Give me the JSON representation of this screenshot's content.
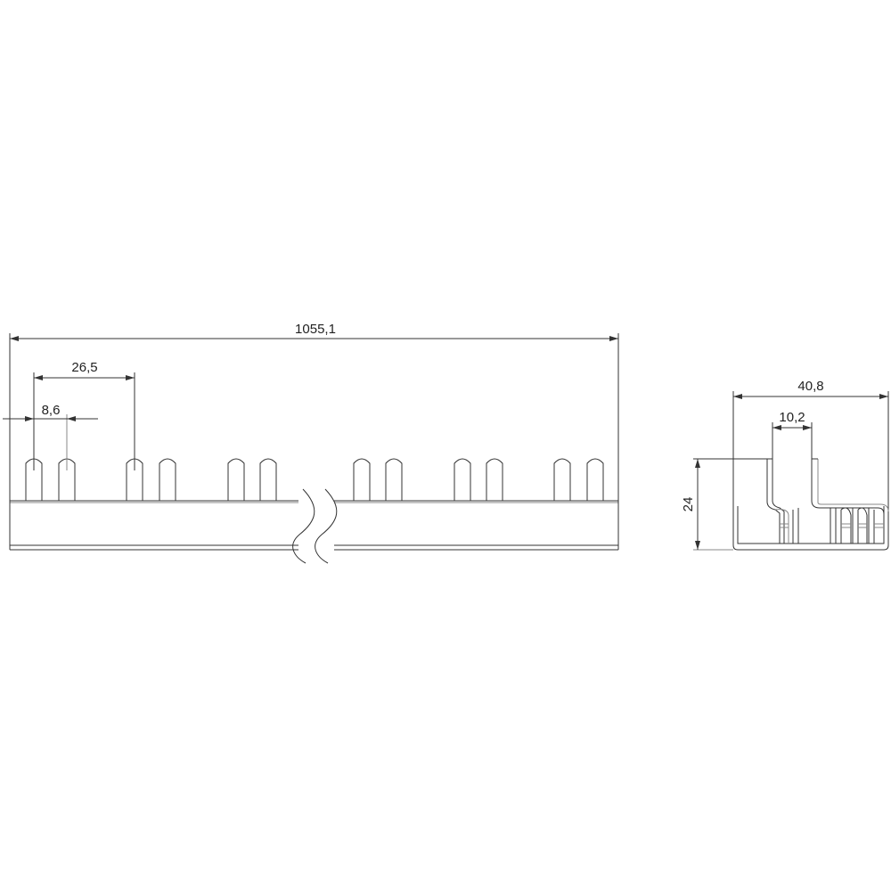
{
  "drawing": {
    "front_view": {
      "overall_length": "1055,1",
      "pin_pitch": "26,5",
      "pin_offset": "8,6"
    },
    "side_view": {
      "width": "40,8",
      "pin_width": "10,2",
      "height": "24"
    }
  }
}
